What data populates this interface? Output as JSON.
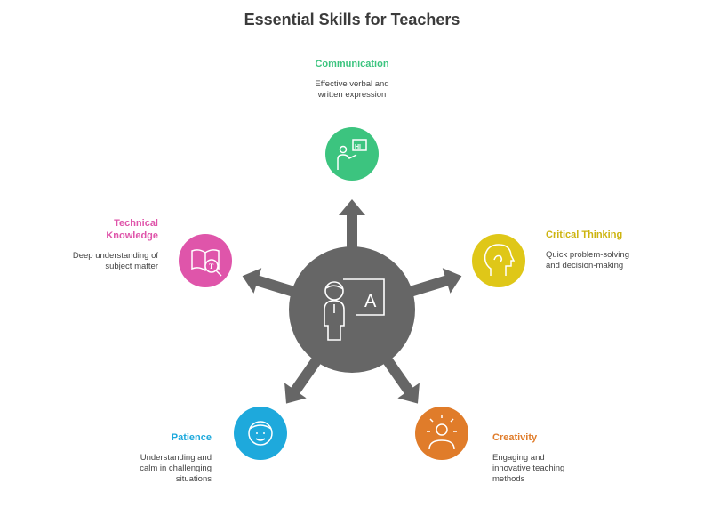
{
  "title": "Essential Skills for Teachers",
  "center": {
    "icon": "teacher-board-icon",
    "board_letter": "A",
    "color": "#666666"
  },
  "skills": [
    {
      "name": "Communication",
      "description_lines": [
        "Effective verbal and",
        "written expression"
      ],
      "color": "#3cc47f",
      "icon": "speaker-hi-icon",
      "bubble_text": "HI"
    },
    {
      "name": "Critical Thinking",
      "description_lines": [
        "Quick problem-solving",
        "and decision-making"
      ],
      "color": "#dfc718",
      "icon": "brain-head-icon"
    },
    {
      "name": "Creativity",
      "description_lines": [
        "Engaging and",
        "innovative teaching",
        "methods"
      ],
      "color": "#e07c2a",
      "icon": "lightbulb-person-icon"
    },
    {
      "name": "Patience",
      "description_lines": [
        "Understanding and",
        "calm in challenging",
        "situations"
      ],
      "color": "#1ea9dc",
      "icon": "calm-face-icon"
    },
    {
      "name": "Technical",
      "name2": "Knowledge",
      "description_lines": [
        "Deep understanding of",
        "subject matter"
      ],
      "color": "#df55aa",
      "icon": "book-search-icon",
      "lens_letter": "T"
    }
  ]
}
